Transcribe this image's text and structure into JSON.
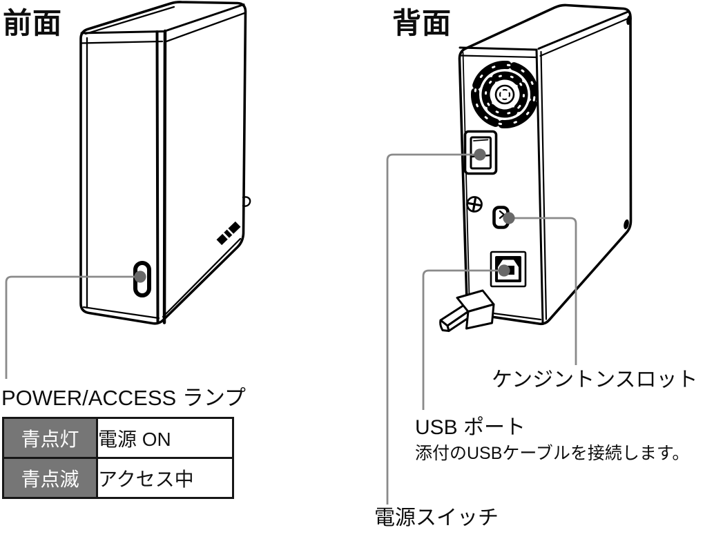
{
  "front": {
    "title": "前面",
    "lamp_label": "POWER/ACCESS ランプ",
    "table": {
      "rows": [
        {
          "state": "青点灯",
          "meaning": "電源 ON"
        },
        {
          "state": "青点滅",
          "meaning": "アクセス中"
        }
      ]
    }
  },
  "back": {
    "title": "背面",
    "labels": {
      "kensington": "ケンジントンスロット",
      "usb_port": "USB ポート",
      "usb_note": "添付のUSBケーブルを接続します。",
      "power_switch": "電源スイッチ"
    }
  },
  "icons": {
    "front_device": "external-drive-front-view-drawing",
    "back_device": "external-drive-back-view-drawing",
    "lamp": "power-access-lamp-icon",
    "fan": "fan-grille-icon",
    "switch": "power-switch-icon",
    "screw": "screw-icon",
    "kensington": "kensington-slot-icon",
    "usb": "usb-b-port-icon",
    "plug": "usb-cable-plug-icon"
  },
  "colors": {
    "background": "#ffffff",
    "line_art": "#000000",
    "callout_line": "#8a8a8a",
    "callout_dot": "#696969",
    "table_state_bg": "#767676",
    "table_border": "#161616",
    "text": "#0d0d0d"
  }
}
